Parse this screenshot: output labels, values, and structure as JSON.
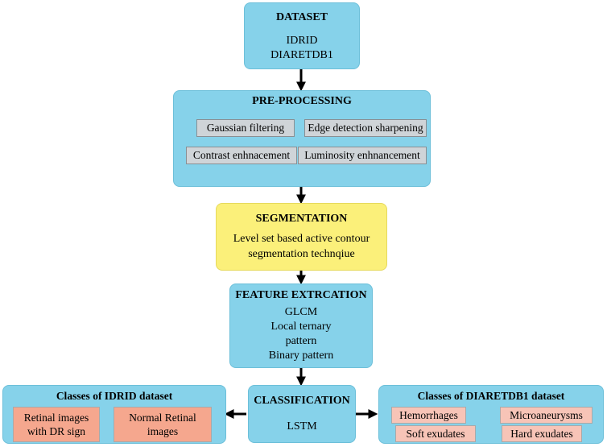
{
  "dataset": {
    "title": "DATASET",
    "lines": [
      "IDRID",
      "DIARETDB1"
    ]
  },
  "preprocessing": {
    "title": "PRE-PROCESSING",
    "items": [
      "Gaussian filtering",
      "Edge detection sharpening",
      "Contrast enhnacement",
      "Luminosity enhnancement"
    ]
  },
  "segmentation": {
    "title": "SEGMENTATION",
    "lines": [
      "Level set based active contour",
      "segmentation technqiue"
    ]
  },
  "feature_extraction": {
    "title": "FEATURE EXTRCATION",
    "lines": [
      "GLCM",
      "Local ternary",
      "pattern",
      "Binary pattern"
    ]
  },
  "classification": {
    "title": "CLASSIFICATION",
    "method": "LSTM"
  },
  "idrid_classes": {
    "title": "Classes of IDRID dataset",
    "items": [
      "Retinal images with DR sign",
      "Normal Retinal images"
    ]
  },
  "diaretdb1_classes": {
    "title": "Classes of DIARETDB1 dataset",
    "items": [
      "Hemorrhages",
      "Microaneurysms",
      "Soft exudates",
      "Hard exudates"
    ]
  },
  "colors": {
    "process_box": "#86d2ea",
    "segmentation_box": "#fbf07a",
    "item_box": "#cfd4d8",
    "class_box_light": "#f7c4b7",
    "class_box_dark": "#f5a78e"
  }
}
